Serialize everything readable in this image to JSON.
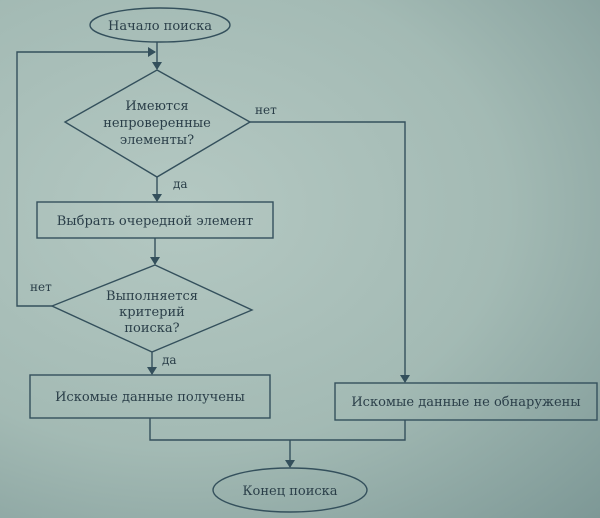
{
  "diagram": {
    "start": "Начало поиска",
    "decision1": [
      "Имеются",
      "непроверенные",
      "элементы?"
    ],
    "decision1_no": "нет",
    "decision1_yes": "да",
    "step_select": "Выбрать очередной элемент",
    "decision2": [
      "Выполняется",
      "критерий",
      "поиска?"
    ],
    "decision2_no": "нет",
    "decision2_yes": "да",
    "found": "Искомые данные получены",
    "not_found": "Искомые данные не обнаружены",
    "end": "Конец поиска"
  }
}
